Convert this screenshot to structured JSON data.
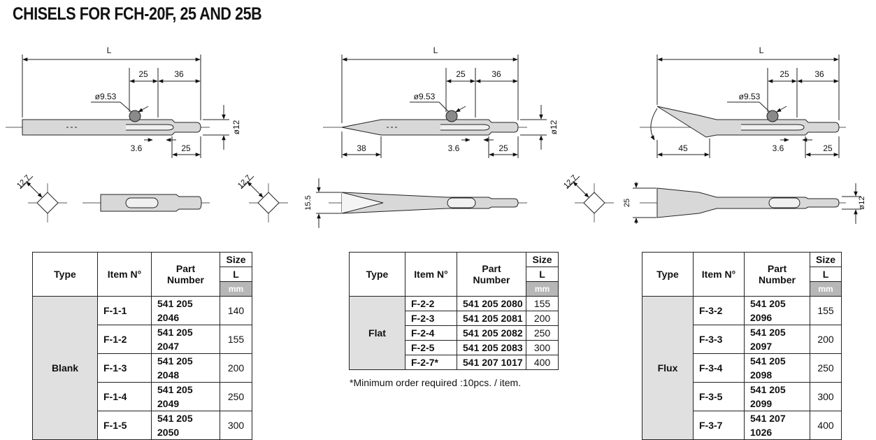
{
  "title": "CHISELS FOR FCH-20F, 25 AND 25B",
  "drawings": {
    "dims": {
      "length_label": "L",
      "d25": "25",
      "d36": "36",
      "dia_pin": "ø9.53",
      "dia12": "ø12",
      "d36small": "3.6",
      "d38": "38",
      "d45": "45",
      "sq127": "12.7",
      "w155": "15.5",
      "w25": "25"
    }
  },
  "table_headers": {
    "type": "Type",
    "item": "Item N°",
    "part_line1": "Part",
    "part_line2": "Number",
    "size": "Size",
    "L": "L",
    "unit": "mm"
  },
  "tables": [
    {
      "type": "Blank",
      "rows": [
        {
          "item": "F-1-1",
          "part": "541 205 2046",
          "size": "140"
        },
        {
          "item": "F-1-2",
          "part": "541 205 2047",
          "size": "155"
        },
        {
          "item": "F-1-3",
          "part": "541 205 2048",
          "size": "200"
        },
        {
          "item": "F-1-4",
          "part": "541 205 2049",
          "size": "250"
        },
        {
          "item": "F-1-5",
          "part": "541 205 2050",
          "size": "300"
        }
      ]
    },
    {
      "type": "Flat",
      "rows": [
        {
          "item": "F-2-2",
          "part": "541 205 2080",
          "size": "155"
        },
        {
          "item": "F-2-3",
          "part": "541 205 2081",
          "size": "200"
        },
        {
          "item": "F-2-4",
          "part": "541 205 2082",
          "size": "250"
        },
        {
          "item": "F-2-5",
          "part": "541 205 2083",
          "size": "300"
        },
        {
          "item": "F-2-7*",
          "part": "541 207 1017",
          "size": "400"
        }
      ]
    },
    {
      "type": "Flux",
      "rows": [
        {
          "item": "F-3-2",
          "part": "541 205 2096",
          "size": "155"
        },
        {
          "item": "F-3-3",
          "part": "541 205 2097",
          "size": "200"
        },
        {
          "item": "F-3-4",
          "part": "541 205 2098",
          "size": "250"
        },
        {
          "item": "F-3-5",
          "part": "541 205 2099",
          "size": "300"
        },
        {
          "item": "F-3-7",
          "part": "541 207 1026",
          "size": "400"
        }
      ]
    }
  ],
  "footnote": "*Minimum order required :10pcs. / item."
}
